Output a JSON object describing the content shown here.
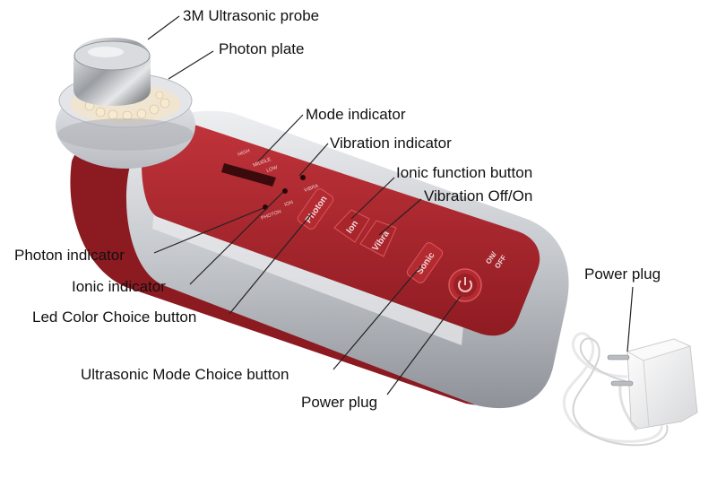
{
  "callouts": {
    "probe": "3M Ultrasonic probe",
    "photon_plate": "Photon plate",
    "mode_indicator": "Mode indicator",
    "vibration_indicator": "Vibration indicator",
    "ionic_function_button": "Ionic function button",
    "vibration_off_on": "Vibration Off/On",
    "photon_indicator": "Photon indicator",
    "ionic_indicator": "Ionic indicator",
    "led_color_choice": "Led Color Choice button",
    "ultrasonic_mode_choice": "Ultrasonic Mode Choice button",
    "power_plug_bottom": "Power plug",
    "power_plug_right": "Power plug"
  },
  "device": {
    "buttons": {
      "photon": "Photon",
      "ion": "Ion",
      "vibra": "Vibra",
      "sonic": "Sonic",
      "on": "ON/",
      "off": "OFF"
    },
    "panel_labels": {
      "high": "HIGH",
      "middle": "MIDDLE",
      "low": "LOW",
      "photon": "PHOTON",
      "ion": "ION",
      "vibra": "VIBRA"
    }
  },
  "colors": {
    "panel_red": "#b0262c",
    "silver": "#c9cbcf",
    "adapter_white": "#f2f2f2"
  }
}
